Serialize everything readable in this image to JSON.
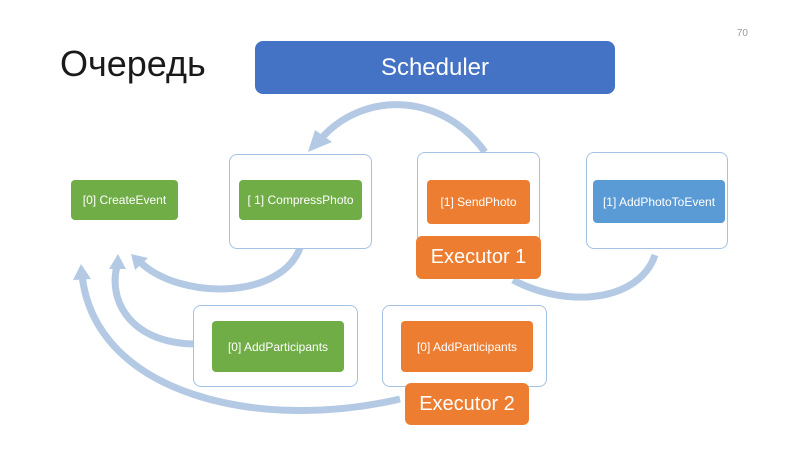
{
  "slide": {
    "page_number": "70",
    "title": "Очередь"
  },
  "scheduler": {
    "label": "Scheduler"
  },
  "tasks": [
    {
      "label": "[0] CreateEvent",
      "color": "#70ad47"
    },
    {
      "label": "[ 1] CompressPhoto",
      "color": "#70ad47"
    },
    {
      "label": "[1] SendPhoto",
      "color": "#ed7d31"
    },
    {
      "label": "[1] AddPhotoToEvent",
      "color": "#5b9bd5"
    },
    {
      "label": "[0] AddParticipants",
      "color": "#70ad47"
    },
    {
      "label": "[0] AddParticipants",
      "color": "#ed7d31"
    }
  ],
  "executors": [
    {
      "label": "Executor 1",
      "color": "#ed7d31"
    },
    {
      "label": "Executor 2",
      "color": "#ed7d31"
    }
  ],
  "colors": {
    "scheduler": "#4472c4",
    "frame_border": "#a4c2e4",
    "arrow": "#b4c9e4"
  }
}
